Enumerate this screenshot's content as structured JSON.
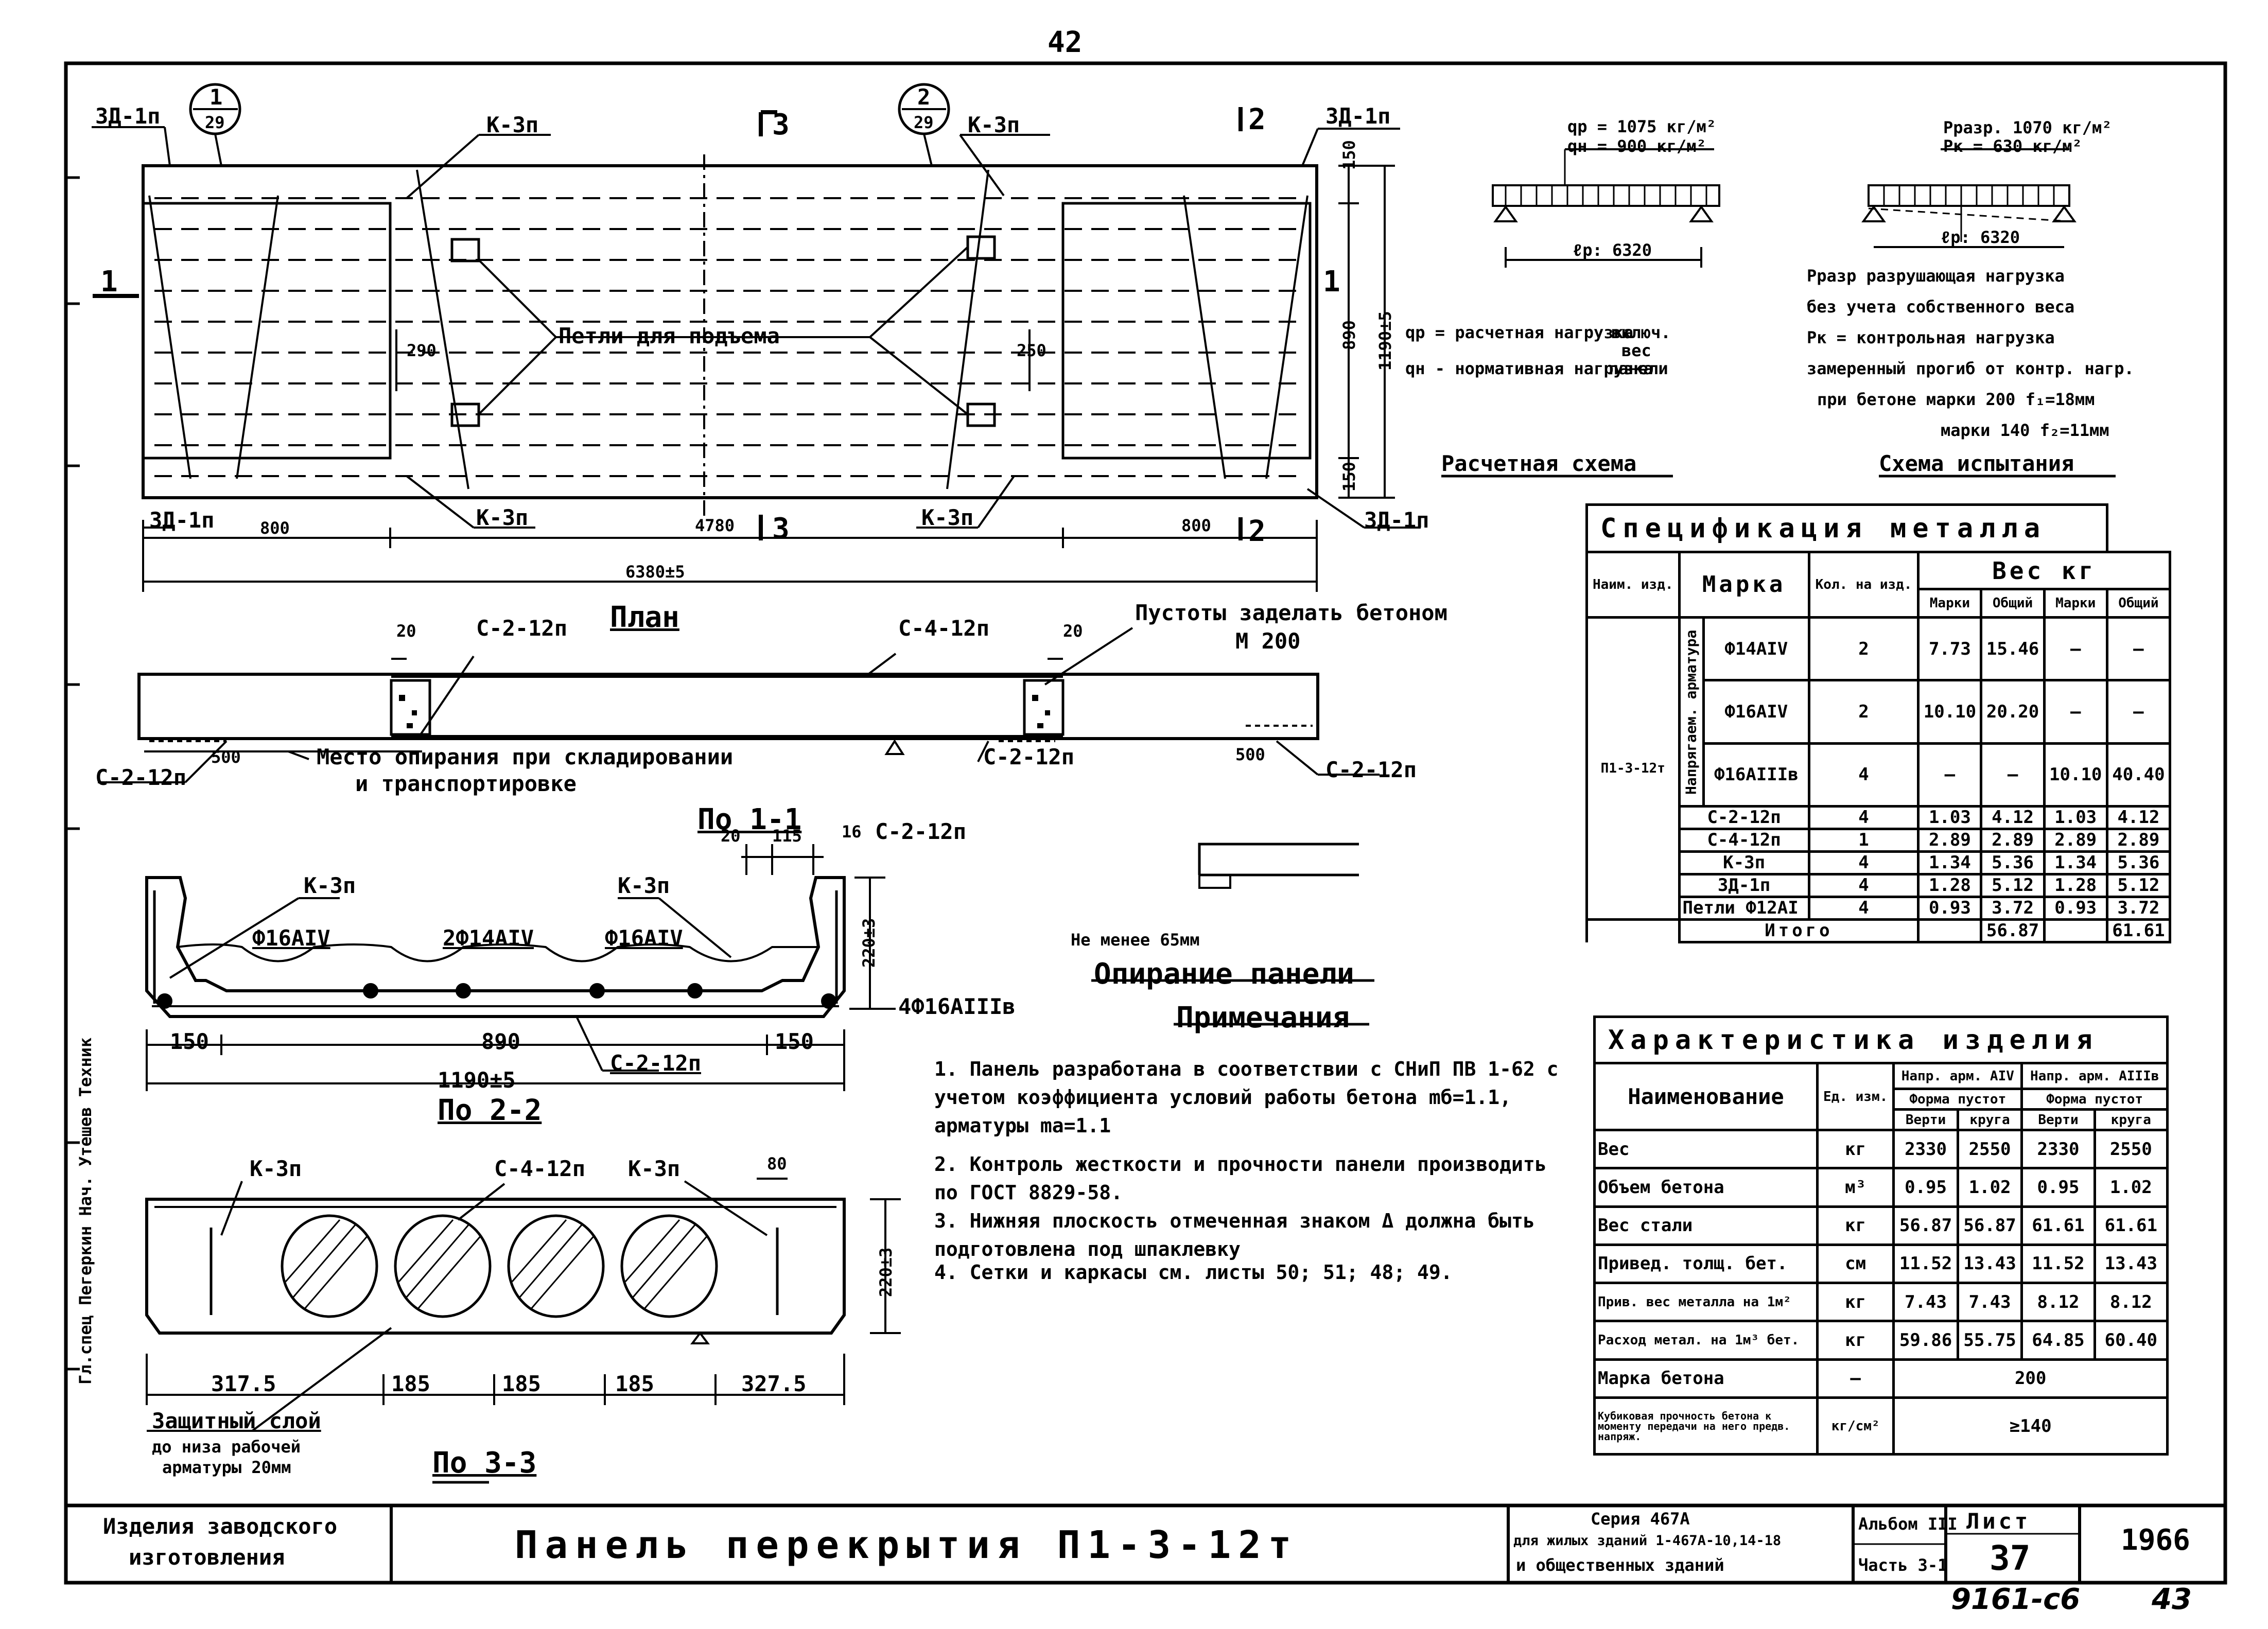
{
  "sheet": {
    "page_number_top": "42",
    "bottom_handwritten": "9161-с6",
    "bottom_page": "43",
    "side_stamp": "Гл.спец Пегеркин   Нач. Утешев   Техник"
  },
  "plan": {
    "title": "План",
    "marks": {
      "zd_tl": "3Д-1п",
      "zd_tr": "3Д-1п",
      "zd_bl": "3Д-1п",
      "zd_br": "3Д-1п",
      "k_top_l": "К-3п",
      "k_top_r": "К-3п",
      "k_bot_l": "К-3п",
      "k_bot_r": "К-3п",
      "callout1_num": "1",
      "callout1_den": "29",
      "callout2_num": "2",
      "callout2_den": "29",
      "sec1": "1",
      "sec3": "3",
      "sec2": "2",
      "loops": "Петли для подъема"
    },
    "dims": {
      "d150a": "150",
      "d890": "890",
      "d150b": "150",
      "d1190": "1190±5",
      "d290": "290",
      "d250": "250",
      "d800a": "800",
      "d4780": "4780",
      "d800b": "800",
      "d6380": "6380±5"
    }
  },
  "section_long": {
    "d20a": "20",
    "d20b": "20",
    "s_c2_12_top": "С-2-12п",
    "s_c4_12": "С-4-12п",
    "voids": "Пустоты заделать бетоном",
    "voids_m": "М 200",
    "support": "Место опирания при складировании",
    "support2": "и транспортировке",
    "d500a": "500",
    "d500b": "500",
    "c2_bl": "С-2-12п",
    "c2_bm": "С-2-12п",
    "c2_br": "С-2-12п"
  },
  "sec11": {
    "title": "По 1-1",
    "d20": "20",
    "d115": "115",
    "d16": "16",
    "c2": "С-2-12п",
    "k3l": "К-3п",
    "k3r": "К-3п",
    "f16l": "Ф16АIV",
    "f14": "2Ф14АIV",
    "f16r": "Ф16АIV",
    "h220": "220±3",
    "f16b": "4Ф16АIIIв",
    "d150a": "150",
    "d890": "890",
    "d150b": "150",
    "d1190": "1190±5",
    "c2b": "С-2-12п"
  },
  "sec22": {
    "title": "По 2-2",
    "k3l": "К-3п",
    "c4": "С-4-12п",
    "k3r": "К-3п",
    "d80": "80",
    "h220": "220±3",
    "dims": [
      "317.5",
      "185",
      "185",
      "185",
      "327.5"
    ],
    "protect1": "Защитный слой",
    "protect2": "до низа рабочей",
    "protect3": "арматуры 20мм"
  },
  "sec33": {
    "title": "По 3-3"
  },
  "support_detail": {
    "note": "Не менее 65мм",
    "title": "Опирание панели"
  },
  "schemes": {
    "calc": {
      "qp": "qр = 1075 кг/м²",
      "qn": "qн = 900 кг/м²",
      "span": "ℓр: 6320",
      "title": "Расчетная схема"
    },
    "test": {
      "prazr": "Pразр. 1070 кг/м²",
      "pk": "Pк = 630 кг/м²",
      "span": "ℓр: 6320",
      "title": "Схема испытания"
    },
    "legend": {
      "qp": "qр = расчетная нагрузка",
      "qn": "qн - нормативная нагрузка",
      "incl1": "включ.",
      "incl2": "вес",
      "incl3": "панели"
    },
    "test_notes": [
      "Pразр разрушающая нагрузка",
      "без учета собственного веса",
      "Pк = контрольная нагрузка",
      "замеренный прогиб от контр. нагр.",
      "при бетоне марки 200 f₁=18мм",
      "марки 140 f₂=11мм"
    ]
  },
  "spec": {
    "title": "Спецификация металла",
    "h_izd": "Наим. изд.",
    "h_mark": "Марка",
    "h_qty": "Кол. на изд.",
    "h_weight": "Вес кг",
    "h_mark1": "Марки",
    "h_total1": "Общий",
    "h_mark2": "Марки",
    "h_total2": "Общий",
    "izd": "П1-3-12т",
    "group": "Напрягаем. арматура",
    "rows": [
      [
        "Ф14АIV",
        "2",
        "7.73",
        "15.46",
        "—",
        "—"
      ],
      [
        "Ф16АIV",
        "2",
        "10.10",
        "20.20",
        "—",
        "—"
      ],
      [
        "Ф16АIIIв",
        "4",
        "—",
        "—",
        "10.10",
        "40.40"
      ],
      [
        "С-2-12п",
        "4",
        "1.03",
        "4.12",
        "1.03",
        "4.12"
      ],
      [
        "С-4-12п",
        "1",
        "2.89",
        "2.89",
        "2.89",
        "2.89"
      ],
      [
        "К-3п",
        "4",
        "1.34",
        "5.36",
        "1.34",
        "5.36"
      ],
      [
        "3Д-1п",
        "4",
        "1.28",
        "5.12",
        "1.28",
        "5.12"
      ],
      [
        "Петли Ф12АI",
        "4",
        "0.93",
        "3.72",
        "0.93",
        "3.72"
      ]
    ],
    "total_label": "Итого",
    "total1": "56.87",
    "total2": "61.61"
  },
  "notes": {
    "title": "Примечания",
    "items": [
      "1. Панель разработана в соответствии с СНиП ПВ 1-62 с учетом коэффициента условий работы бетона mб=1.1, арматуры mа=1.1",
      "2. Контроль жесткости и прочности панели производить по ГОСТ 8829-58.",
      "3. Нижняя плоскость отмеченная знаком Δ должна быть подготовлена под шпаклевку",
      "4. Сетки и каркасы см. листы 50; 51; 48; 49."
    ]
  },
  "char": {
    "title": "Характеристика изделия",
    "h_name": "Наименование",
    "h_unit": "Ед. изм.",
    "h_a1": "Напр. арм. АIV",
    "h_a2": "Напр. арм. АIIIв",
    "h_f1": "Форма пустот",
    "h_f2": "Форма пустот",
    "h_v1": "Верти",
    "h_k1": "круга",
    "h_v2": "Верти",
    "h_k2": "круга",
    "rows": [
      [
        "Вес",
        "кг",
        "2330",
        "2550",
        "2330",
        "2550"
      ],
      [
        "Объем бетона",
        "м³",
        "0.95",
        "1.02",
        "0.95",
        "1.02"
      ],
      [
        "Вес стали",
        "кг",
        "56.87",
        "56.87",
        "61.61",
        "61.61"
      ],
      [
        "Привед. толщ. бет.",
        "см",
        "11.52",
        "13.43",
        "11.52",
        "13.43"
      ],
      [
        "Прив. вес металла на 1м²",
        "кг",
        "7.43",
        "7.43",
        "8.12",
        "8.12"
      ],
      [
        "Расход метал. на 1м³ бет.",
        "кг",
        "59.86",
        "55.75",
        "64.85",
        "60.40"
      ]
    ],
    "concrete_label": "Марка бетона",
    "concrete_unit": "—",
    "concrete_val": "200",
    "strength_label": "Кубиковая прочность бетона к моменту передачи на него предв. напряж.",
    "strength_unit": "кг/см²",
    "strength_val": "≥140"
  },
  "titleblock": {
    "left1": "Изделия заводского",
    "left2": "изготовления",
    "main": "Панель перекрытия П1-3-12т",
    "series1": "Серия 467А",
    "series2": "для жилых зданий 1-467А-10,14-18",
    "series3": "и общественных зданий",
    "album1": "Альбом III",
    "album2": "Часть 3-1",
    "sheet_label": "Лист",
    "sheet_num": "37",
    "year": "1966"
  }
}
